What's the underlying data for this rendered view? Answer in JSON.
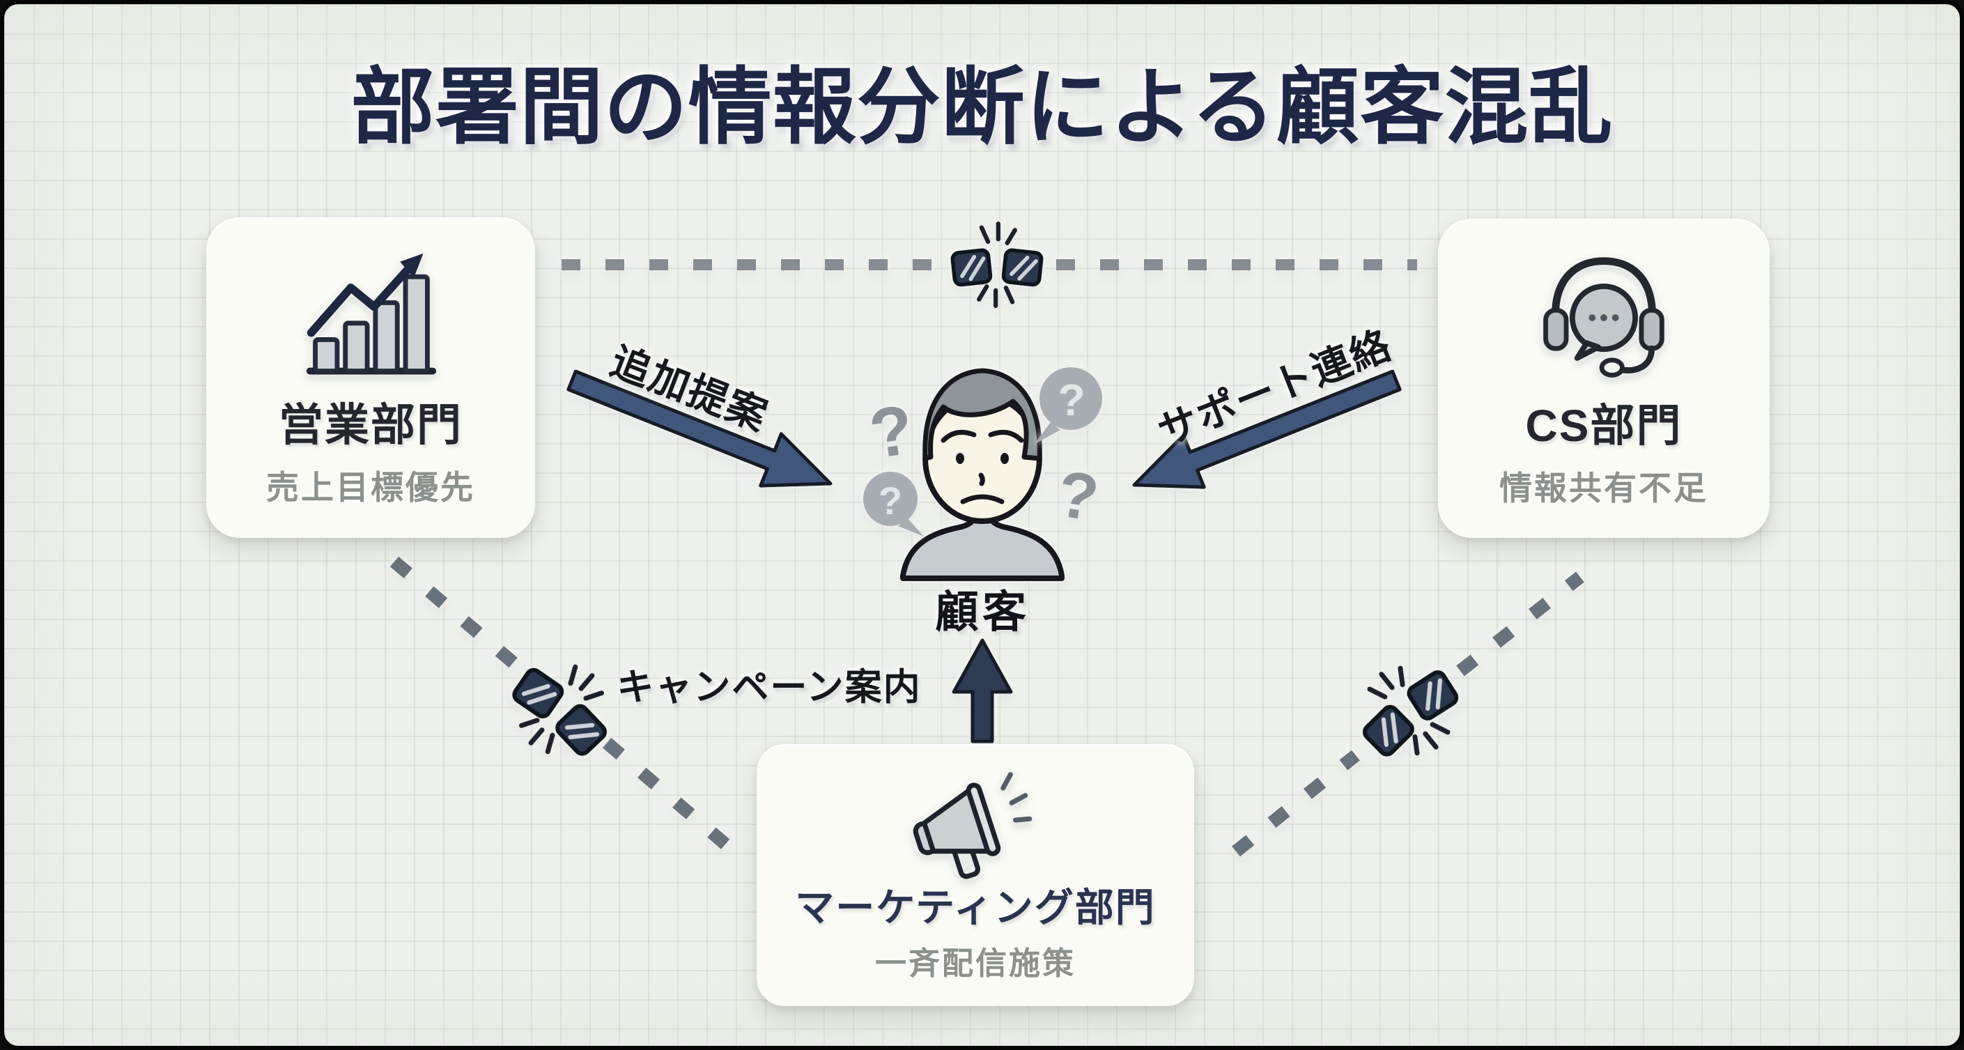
{
  "title": "部署間の情報分断による顧客混乱",
  "departments": {
    "sales": {
      "name": "営業部門",
      "subtitle": "売上目標優先",
      "icon": "bar-chart-growth-icon"
    },
    "cs": {
      "name": "CS部門",
      "subtitle": "情報共有不足",
      "icon": "headset-chat-icon"
    },
    "marketing": {
      "name": "マーケティング部門",
      "subtitle": "一斉配信施策",
      "icon": "megaphone-icon"
    }
  },
  "customer": {
    "label": "顧客",
    "icon": "confused-person-icon",
    "question_marks": [
      "?",
      "?",
      "?",
      "?"
    ]
  },
  "flows": [
    {
      "from": "sales",
      "to": "customer",
      "label": "追加提案"
    },
    {
      "from": "cs",
      "to": "customer",
      "label": "サポート連絡"
    },
    {
      "from": "marketing",
      "to": "customer",
      "label": "キャンペーン案内"
    }
  ],
  "broken_connections": [
    {
      "between": [
        "sales",
        "cs"
      ],
      "icon": "broken-link-icon"
    },
    {
      "between": [
        "sales",
        "marketing"
      ],
      "icon": "broken-link-icon"
    },
    {
      "between": [
        "cs",
        "marketing"
      ],
      "icon": "broken-link-icon"
    }
  ],
  "colors": {
    "background": "#edf0eb",
    "grid_line": "#a8b3a9",
    "card_background": "#fafbf5",
    "title_text": "#1e2746",
    "department_text": "#24272e",
    "subtitle_text": "#8b918d",
    "arrow_fill": "#41577a",
    "arrow_dark_fill": "#2e3a52",
    "dash_gray": "#858c92",
    "broken_link_fill": "#2c374e"
  }
}
